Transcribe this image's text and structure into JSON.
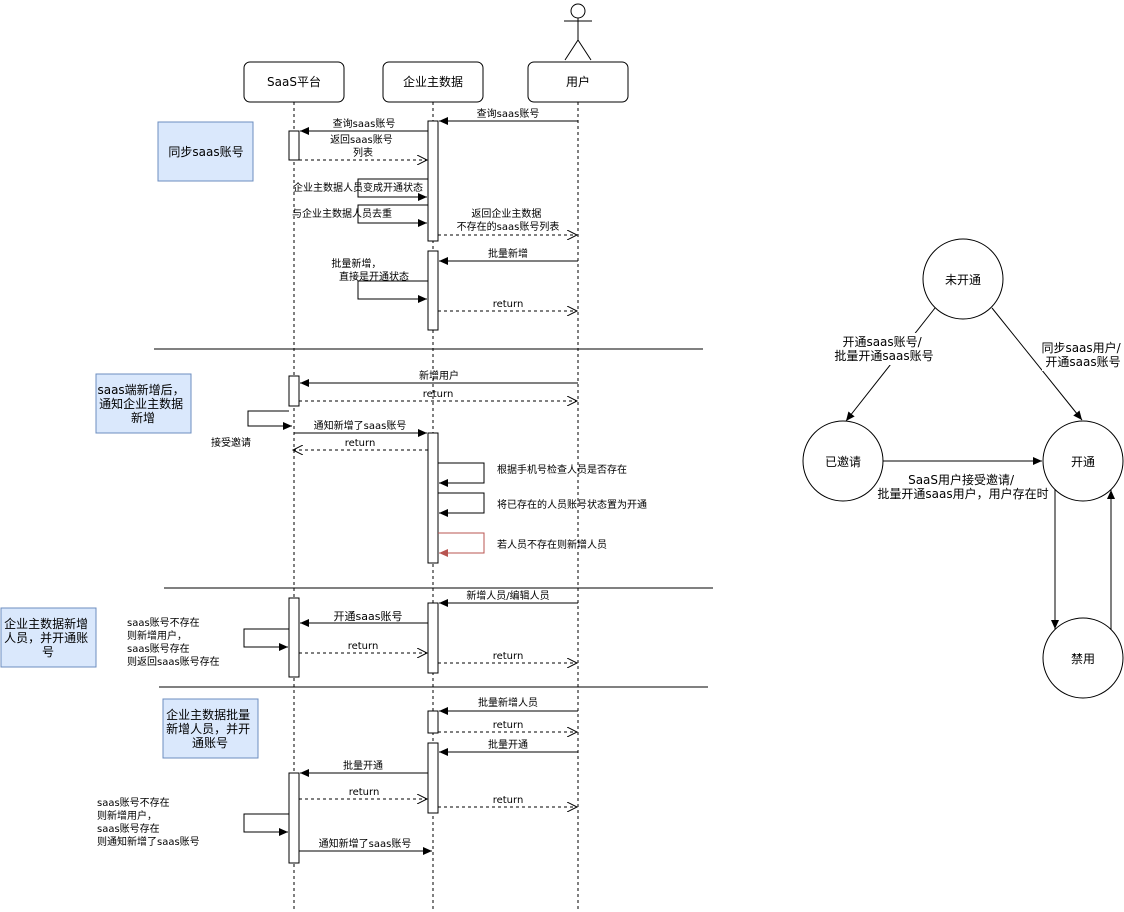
{
  "participants": {
    "saas": "SaaS平台",
    "mdm": "企业主数据",
    "user": "用户"
  },
  "notes": {
    "sync": "同步saas账号",
    "saas_add": [
      "saas端新增后，",
      "通知企业主数据",
      "新增"
    ],
    "mdm_add": [
      "企业主数据新增",
      "人员，并开通账",
      "号"
    ],
    "mdm_batch": [
      "企业主数据批量",
      "新增人员，并开",
      "通账号"
    ]
  },
  "messages": {
    "m1": "查询saas账号",
    "m2": "查询saas账号",
    "m3a": "返回saas账号",
    "m3b": "列表",
    "m4": "企业主数据人员变成开通状态",
    "m5": "与企业主数据人员去重",
    "m6a": "返回企业主数据",
    "m6b": "不存在的saas账号列表",
    "m7": "批量新增",
    "m8a": "批量新增，",
    "m8b": "直接是开通状态",
    "m9": "return",
    "m10": "新增用户",
    "m11": "return",
    "m12": "接受邀请",
    "m13": "通知新增了saas账号",
    "m14": "return",
    "m15": "根据手机号检查人员是否存在",
    "m16": "将已存在的人员账号状态置为开通",
    "m17": "若人员不存在则新增人员",
    "m18": "新增人员/编辑人员",
    "m19": "开通saas账号",
    "m20": "return",
    "m21": "return",
    "m22": [
      "saas账号不存在",
      "则新增用户，",
      "saas账号存在",
      "则返回saas账号存在"
    ],
    "m23": "批量新增人员",
    "m24": "return",
    "m25": "批量开通",
    "m26": "批量开通",
    "m27": "return",
    "m28": "return",
    "m29": [
      "saas账号不存在",
      "则新增用户，",
      "saas账号存在",
      "则通知新增了saas账号"
    ],
    "m30": "通知新增了saas账号"
  },
  "states": {
    "not_open": "未开通",
    "invited": "已邀请",
    "open": "开通",
    "disabled": "禁用"
  },
  "transitions": {
    "t1": [
      "开通saas账号/",
      "批量开通saas账号"
    ],
    "t2": [
      "同步saas用户/",
      "开通saas账号"
    ],
    "t3": [
      "SaaS用户接受邀请/",
      "批量开通saas用户，用户存在时"
    ]
  },
  "colors": {
    "note_fill": "#dae8fc",
    "note_stroke": "#6c8ebf",
    "warn_arrow": "#b85450"
  }
}
